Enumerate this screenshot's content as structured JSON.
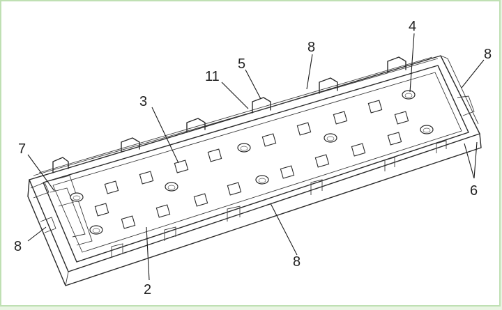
{
  "figure": {
    "callouts": [
      {
        "id": "c4",
        "label": "4"
      },
      {
        "id": "c8a",
        "label": "8"
      },
      {
        "id": "c8b",
        "label": "8"
      },
      {
        "id": "c5",
        "label": "5"
      },
      {
        "id": "c11",
        "label": "11"
      },
      {
        "id": "c3",
        "label": "3"
      },
      {
        "id": "c7",
        "label": "7"
      },
      {
        "id": "c8c",
        "label": "8"
      },
      {
        "id": "c6",
        "label": "6"
      },
      {
        "id": "c8d",
        "label": "8"
      },
      {
        "id": "c2",
        "label": "2"
      }
    ]
  }
}
